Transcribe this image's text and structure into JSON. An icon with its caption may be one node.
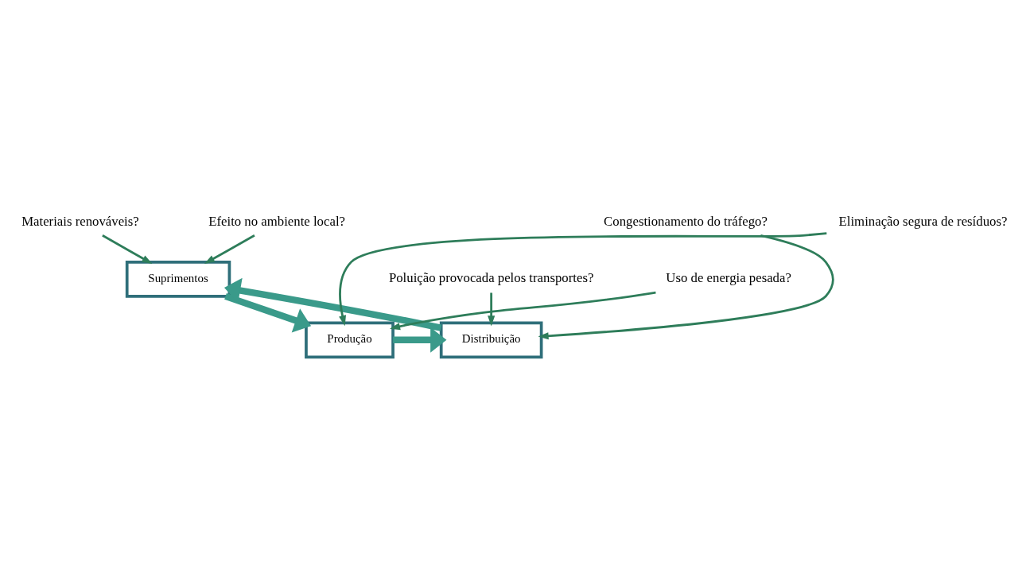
{
  "diagram": {
    "nodes": [
      {
        "text": [
          "Suprimentos"
        ]
      },
      {
        "text": [
          "Produção"
        ]
      },
      {
        "text": [
          "Distribuição"
        ]
      },
      {
        "text": [
          "Materiais renováveis?"
        ]
      },
      {
        "text": [
          "Efeito no ambiente local?"
        ]
      },
      {
        "text": [
          "Uso de energia pesada?"
        ]
      },
      {
        "text": [
          "Eliminação segura de resíduos?"
        ]
      },
      {
        "text": [
          "Poluição provocada pelos transportes?"
        ]
      },
      {
        "text": [
          "Congestionamento do tráfego?"
        ]
      }
    ],
    "edges": [
      {
        "from": 0,
        "to": 1,
        "arrow": "to",
        "style": "thick",
        "color": "#3a9a8a"
      },
      {
        "from": 1,
        "to": 2,
        "arrow": "to",
        "style": "thick",
        "color": "#3a9a8a"
      },
      {
        "from": 2,
        "to": 0,
        "arrow": "to",
        "style": "thick",
        "color": "#3a9a8a"
      },
      {
        "from": 3,
        "to": 0,
        "arrow": "to"
      },
      {
        "from": 4,
        "to": 0,
        "arrow": "to"
      },
      {
        "from": 5,
        "to": 1,
        "arrow": "to"
      },
      {
        "from": 6,
        "to": 1,
        "arrow": "to"
      },
      {
        "from": 7,
        "to": 2,
        "arrow": "to"
      },
      {
        "from": 8,
        "to": 2,
        "arrow": "to"
      }
    ]
  }
}
